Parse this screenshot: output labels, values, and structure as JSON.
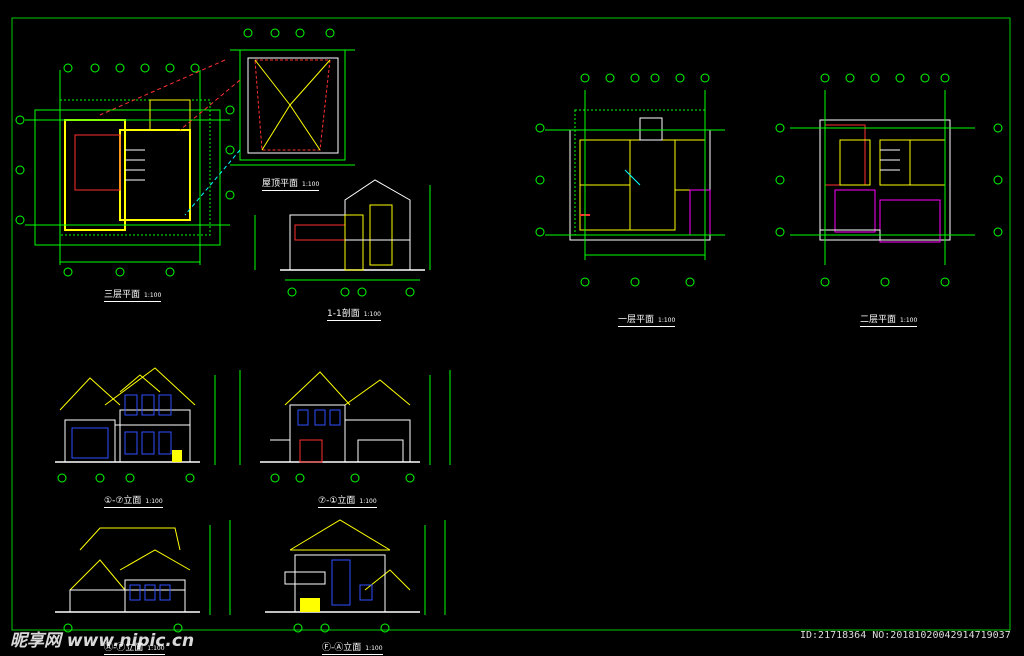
{
  "drawings": {
    "third_floor_plan": {
      "title": "三层平面",
      "scale": "1:100"
    },
    "roof_plan": {
      "title": "屋顶平面",
      "scale": "1:100"
    },
    "section_1_1": {
      "title": "1-1剖面",
      "scale": "1:100"
    },
    "first_floor_plan": {
      "title": "一层平面",
      "scale": "1:100"
    },
    "second_floor_plan": {
      "title": "二层平面",
      "scale": "1:100"
    },
    "elevation_1_7": {
      "title": "①-⑦立面",
      "scale": "1:100"
    },
    "elevation_7_1": {
      "title": "⑦-①立面",
      "scale": "1:100"
    },
    "elevation_a_f": {
      "title": "Ⓐ-Ⓕ立面",
      "scale": "1:100"
    },
    "elevation_f_a": {
      "title": "Ⓕ-Ⓐ立面",
      "scale": "1:100"
    }
  },
  "watermark": {
    "brand": "昵享网 www.nipic.cn",
    "id_text": "ID:21718364 NO:20181020042914719037"
  },
  "colors": {
    "background": "#000000",
    "frame": "#00c800",
    "wall": "#ffff00",
    "dimension": "#00ff00",
    "detail": "#00ffff",
    "accent": "#ff3030",
    "magenta": "#ff00ff",
    "window": "#3050ff"
  }
}
